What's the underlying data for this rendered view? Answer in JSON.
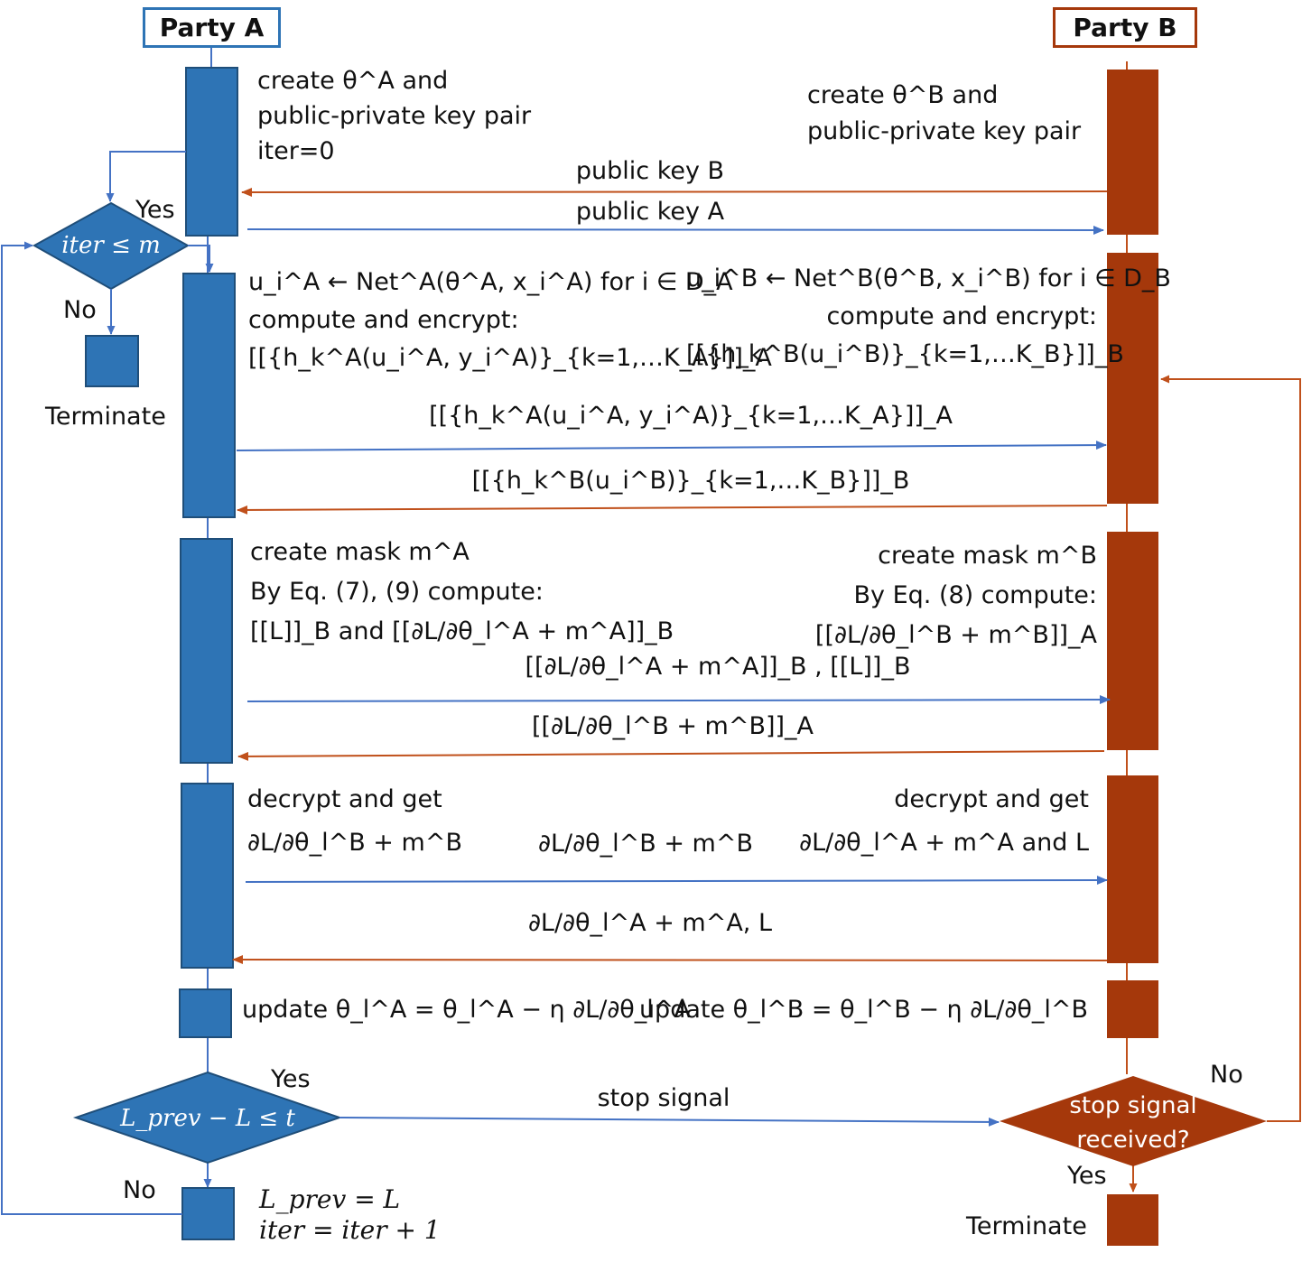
{
  "colors": {
    "party_a": "#2e74b5",
    "party_b": "#a5380b",
    "line_a": "#4472c4",
    "line_b": "#c0501b"
  },
  "headers": {
    "party_a": "Party A",
    "party_b": "Party B"
  },
  "party_a": {
    "init": "create θ^A and\npublic-private key pair\niter=0",
    "compute": "u_i^A ← Net^A(θ^A, x_i^A) for i ∈ D_A\ncompute and encrypt:\n[[{h_k^A(u_i^A, y_i^A)}_{k=1,…K_A}]]_A",
    "mask": "create mask m^A\nBy Eq. (7), (9) compute:\n[[L]]_B and [[∂L/∂θ_l^A + m^A]]_B",
    "decrypt": "decrypt and get\n∂L/∂θ_l^B + m^B",
    "update": "update θ_l^A = θ_l^A − η ∂L/∂θ_l^A",
    "loop_update": "L_prev = L\niter = iter + 1",
    "cond_iter": "iter ≤ m",
    "cond_iter_yes": "Yes",
    "cond_iter_no": "No",
    "terminate": "Terminate",
    "cond_loss": "L_prev − L ≤ t",
    "cond_loss_yes": "Yes",
    "cond_loss_no": "No"
  },
  "party_b": {
    "init": "create θ^B and\npublic-private key pair",
    "compute": "u_i^B ← Net^B(θ^B, x_i^B) for i ∈ D_B\ncompute and encrypt:\n[[{h_k^B(u_i^B)}_{k=1,…K_B}]]_B",
    "mask": "create mask m^B\nBy Eq. (8) compute:\n[[∂L/∂θ_l^B + m^B]]_A",
    "decrypt": "decrypt and get\n∂L/∂θ_l^A + m^A and L",
    "update": "update θ_l^B = θ_l^B − η ∂L/∂θ_l^B",
    "cond_stop": "stop signal\nreceived?",
    "cond_stop_no": "No",
    "cond_stop_yes": "Yes",
    "terminate": "Terminate"
  },
  "messages": {
    "pk_b": "public key B",
    "pk_a": "public key A",
    "enc_a": "[[{h_k^A(u_i^A, y_i^A)}_{k=1,…K_A}]]_A",
    "enc_b": "[[{h_k^B(u_i^B)}_{k=1,…K_B}]]_B",
    "grad_a": "[[∂L/∂θ_l^A + m^A]]_B , [[L]]_B",
    "grad_b": "[[∂L/∂θ_l^B + m^B]]_A",
    "dec_to_b": "∂L/∂θ_l^B + m^B",
    "dec_to_a": "∂L/∂θ_l^A + m^A, L",
    "stop": "stop signal"
  }
}
